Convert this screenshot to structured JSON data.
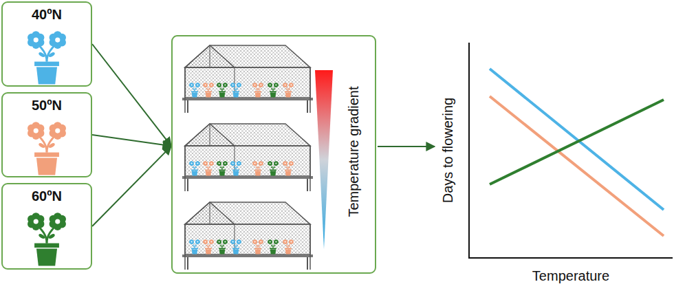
{
  "diagram": {
    "nodes": [
      {
        "text": [
          "40ºN"
        ]
      },
      {
        "text": [
          "50ºN"
        ]
      },
      {
        "text": [
          "60ºN"
        ]
      },
      {
        "text": [
          "Temperature gradient"
        ]
      }
    ],
    "edges": [
      {
        "from": 0,
        "to": 3,
        "arrow": "to"
      },
      {
        "from": 1,
        "to": 3,
        "arrow": "to"
      },
      {
        "from": 2,
        "to": 3,
        "arrow": "to"
      }
    ],
    "labels": [
      "Days to flowering",
      "Temperature"
    ]
  }
}
